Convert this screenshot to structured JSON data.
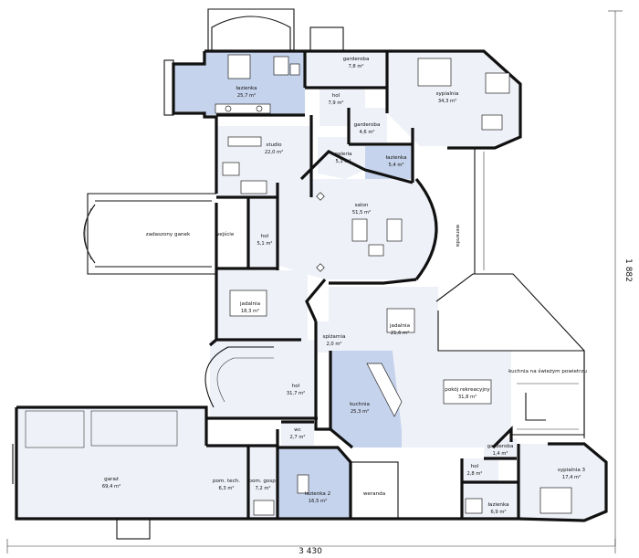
{
  "dimensions": {
    "width_label": "3 430",
    "height_label": "1 882"
  },
  "colors": {
    "room_light": "#eef1f8",
    "room_mid": "#dfe6f3",
    "room_blue": "#c6d3ec",
    "wall": "#111111"
  },
  "rooms": {
    "lazienka_top": {
      "name": "łazienka",
      "area": "25,7 m²"
    },
    "garderoba_top": {
      "name": "garderoba",
      "area": "7,8 m²"
    },
    "sypialnia_main": {
      "name": "sypialnia",
      "area": "34,3 m²"
    },
    "hol_top": {
      "name": "hol",
      "area": "7,9 m²"
    },
    "garderoba_small": {
      "name": "garderoba",
      "area": "4,6 m²"
    },
    "studio": {
      "name": "studio",
      "area": "22,0 m²"
    },
    "galeria": {
      "name": "galeria",
      "area": "5,1 m²"
    },
    "lazienka_mid": {
      "name": "łazienka",
      "area": "5,4 m²"
    },
    "zadaszony_ganek": {
      "name": "zadaszony ganek",
      "area": ""
    },
    "wejscie": {
      "name": "wejście",
      "area": ""
    },
    "hol_entry": {
      "name": "hol",
      "area": "5,1 m²"
    },
    "salon": {
      "name": "salon",
      "area": "51,5 m²"
    },
    "weranda_right": {
      "name": "weranda",
      "area": ""
    },
    "jadalnia_left": {
      "name": "jadalnia",
      "area": "18,3 m²"
    },
    "jadalnia_right": {
      "name": "jadalnia",
      "area": "21,6 m²"
    },
    "spizarnia": {
      "name": "spiżarnia",
      "area": "2,0 m²"
    },
    "hol_stairs": {
      "name": "hol",
      "area": "31,7 m²"
    },
    "kuchnia": {
      "name": "kuchnia",
      "area": "25,3 m²"
    },
    "pokoj_rekreacyjny": {
      "name": "pokój rekreacyjny",
      "area": "31,8 m²"
    },
    "kuchnia_powietrze": {
      "name": "kuchnia na świeżym powietrzu",
      "area": ""
    },
    "wc": {
      "name": "wc",
      "area": "2,7 m²"
    },
    "garaz": {
      "name": "garaż",
      "area": "69,4 m²"
    },
    "pom_tech": {
      "name": "pom. tech.",
      "area": "6,3 m²"
    },
    "pom_gosp": {
      "name": "pom. gosp.",
      "area": "7,2 m²"
    },
    "lazienka_2": {
      "name": "łazienka 2",
      "area": "16,5 m²"
    },
    "weranda_bottom": {
      "name": "weranda",
      "area": ""
    },
    "hol_bottom": {
      "name": "hol",
      "area": "2,8 m²"
    },
    "garderoba_bottom": {
      "name": "garderoba",
      "area": "1,4 m²"
    },
    "lazienka_bottom": {
      "name": "łazienka",
      "area": "6,9 m²"
    },
    "sypialnia_3": {
      "name": "sypialnia 3",
      "area": "17,4 m²"
    }
  }
}
